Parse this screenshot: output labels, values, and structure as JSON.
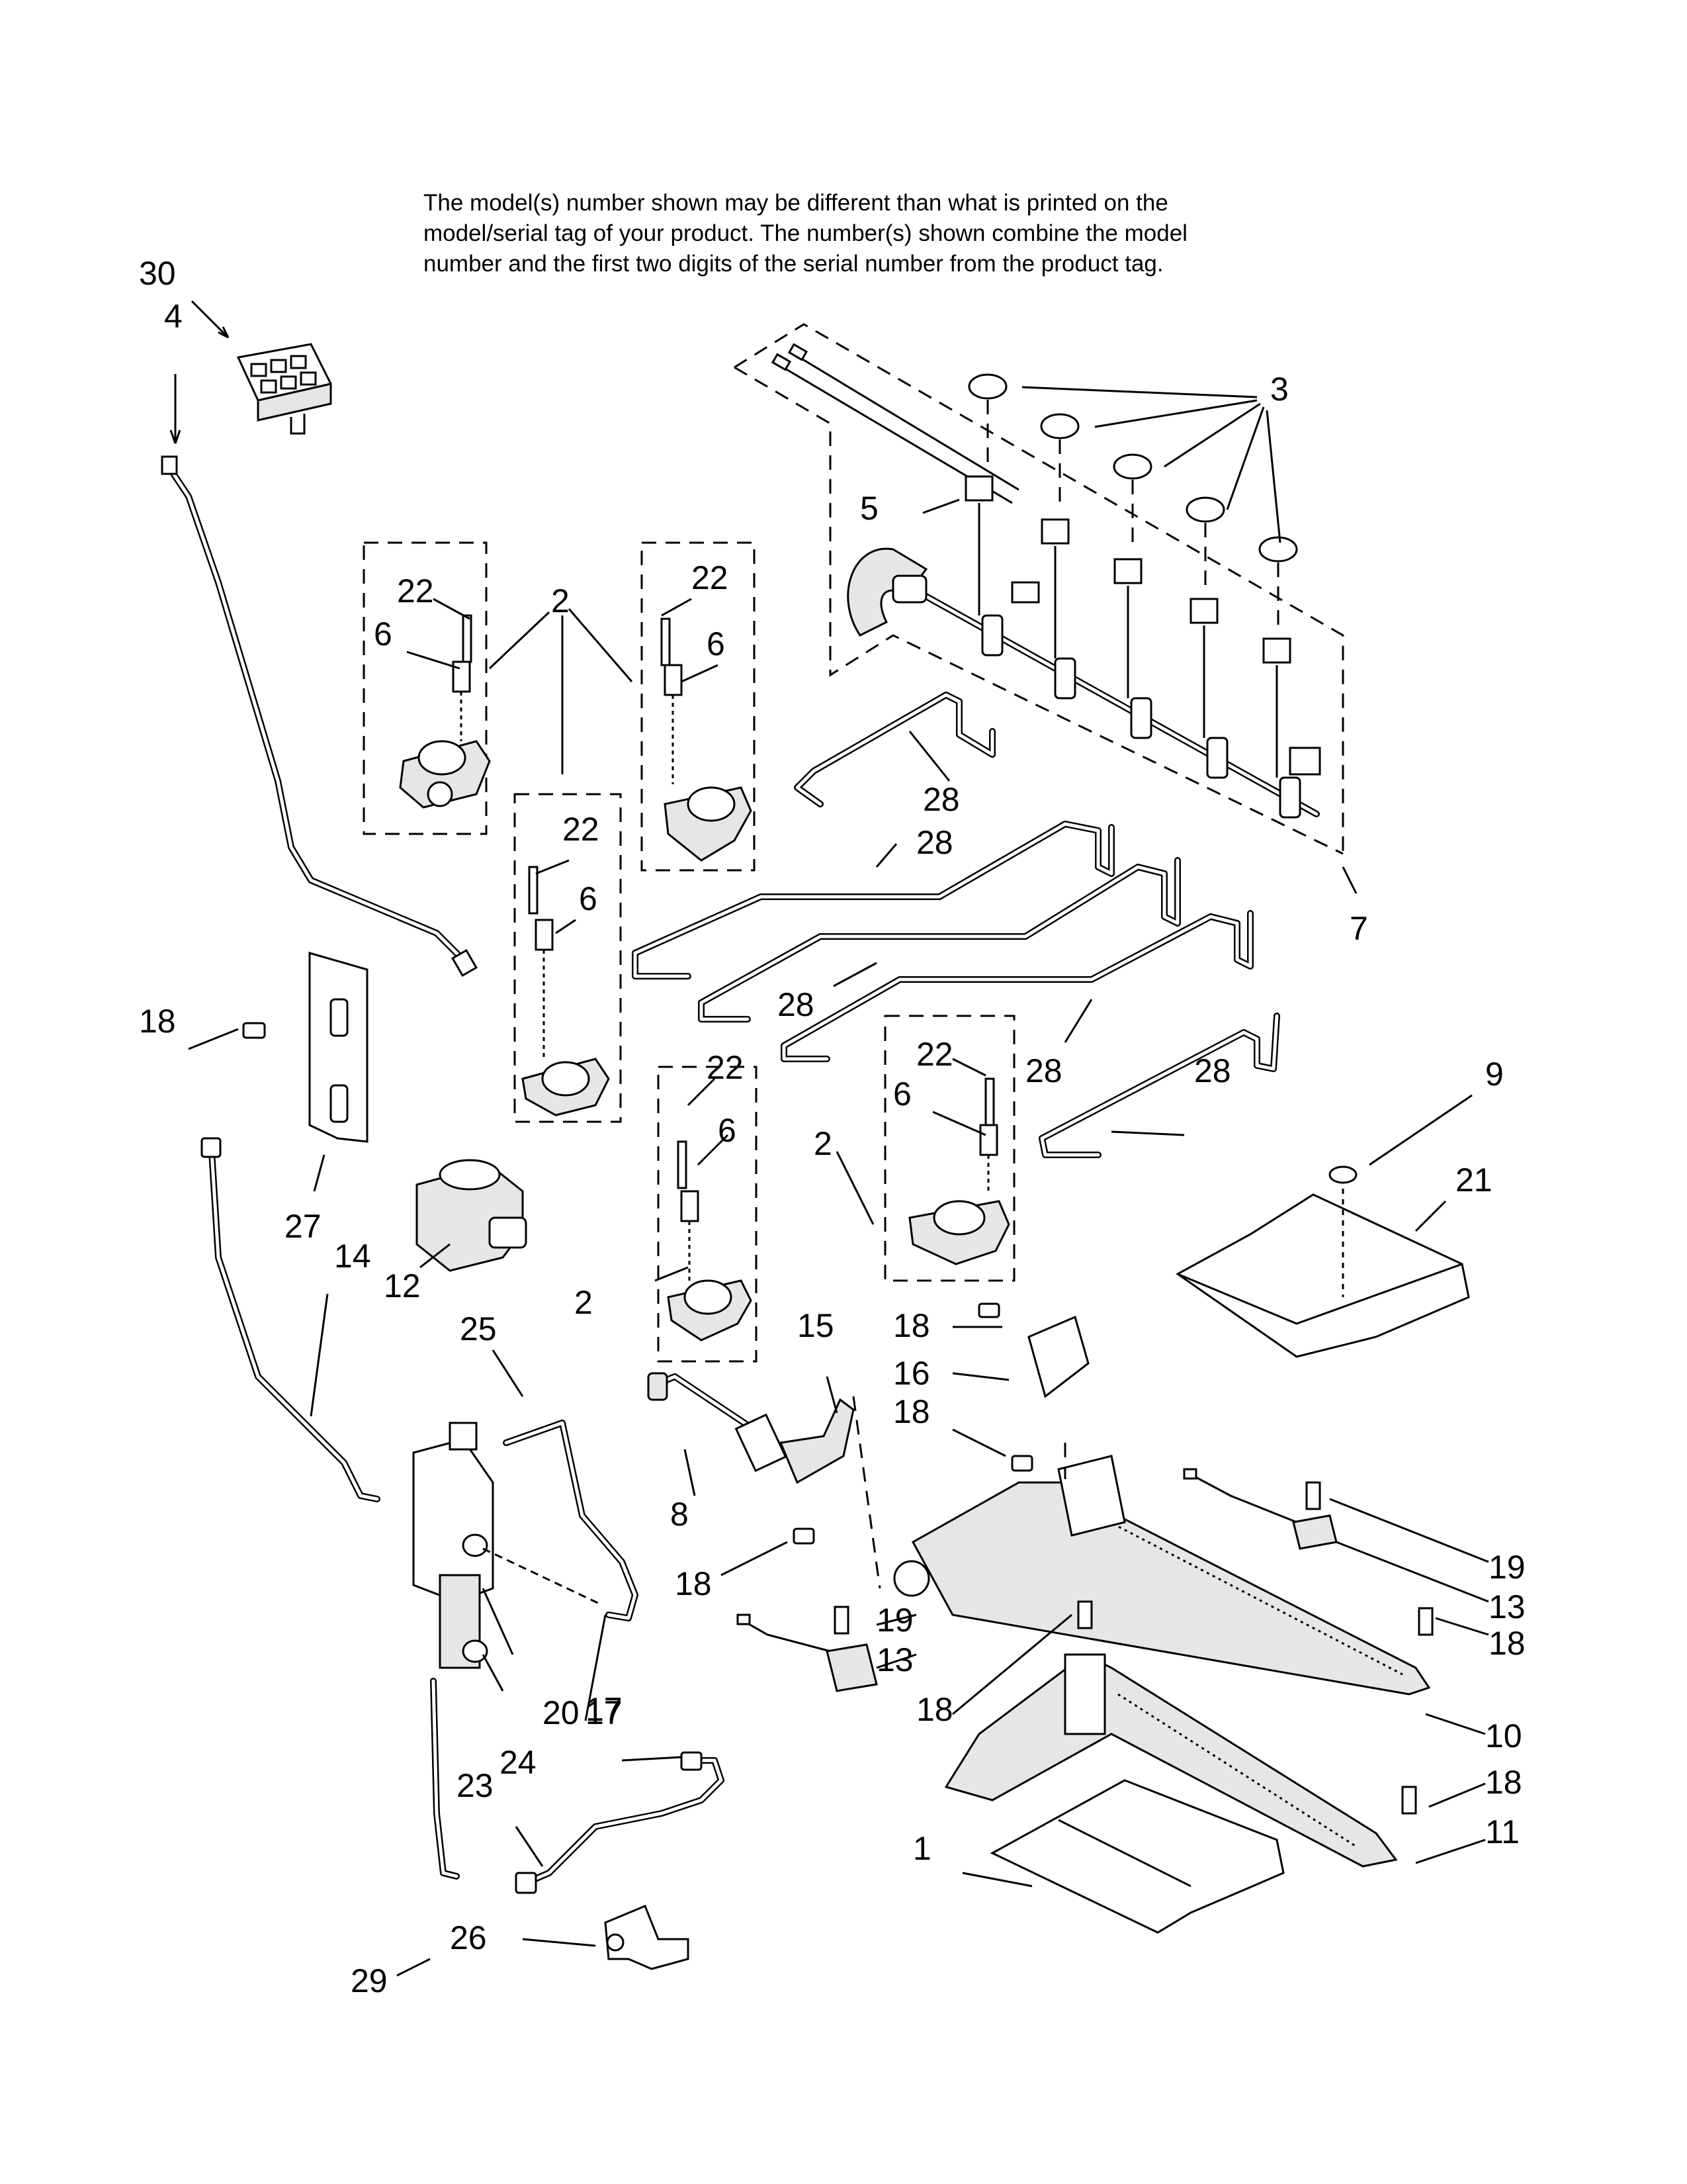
{
  "notice": {
    "lines": [
      "The model(s) number shown may be different than what is printed on the",
      "model/serial tag of your product. The number(s) shown combine the model",
      "number and the first two digits of the serial number from the product tag."
    ]
  },
  "callouts": {
    "c30": "30",
    "c4": "4",
    "c3": "3",
    "c5": "5",
    "c7": "7",
    "c22a": "22",
    "c6a": "6",
    "c2a": "2",
    "c22b": "22",
    "c6b": "6",
    "c22c": "22",
    "c6c": "6",
    "c22d": "22",
    "c6d": "6",
    "c2d": "2",
    "c22e": "22",
    "c6e": "6",
    "c2e": "2",
    "c28a": "28",
    "c28b": "28",
    "c28c": "28",
    "c28d": "28",
    "c28e": "28",
    "c18a": "18",
    "c27": "27",
    "c14": "14",
    "c12": "12",
    "c9": "9",
    "c21": "21",
    "c15": "15",
    "c18b": "18",
    "c16": "16",
    "c18c": "18",
    "c25": "25",
    "c8": "8",
    "c18d": "18",
    "c19a": "19",
    "c13a": "13",
    "c18e": "18",
    "c19b": "19",
    "c13b": "13",
    "c18f": "18",
    "c10": "10",
    "c18g": "18",
    "c11": "11",
    "c17a": "17",
    "c20": "20",
    "c24": "24",
    "c17b": "17",
    "c23": "23",
    "c1": "1",
    "c29": "29",
    "c26": "26"
  }
}
